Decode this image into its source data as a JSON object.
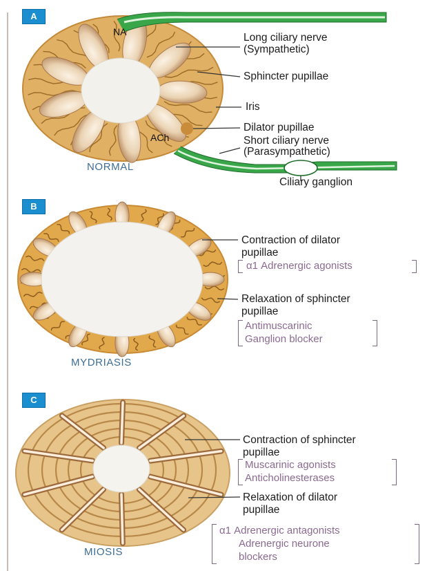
{
  "panels": {
    "a": {
      "badge": "A",
      "caption": "NORMAL",
      "na": "NA",
      "ach": "ACh",
      "labels": {
        "long_nerve_1": "Long ciliary nerve",
        "long_nerve_2": "(Sympathetic)",
        "sphincter": "Sphincter pupillae",
        "iris": "Iris",
        "dilator": "Dilator pupillae",
        "short_nerve_1": "Short ciliary nerve",
        "short_nerve_2": "(Parasympathetic)",
        "ganglion": "Ciliary ganglion"
      }
    },
    "b": {
      "badge": "B",
      "caption": "MYDRIASIS",
      "labels": {
        "contraction_1": "Contraction of dilator",
        "contraction_2": "pupillae",
        "alpha_agonists": "α1 Adrenergic agonists",
        "relaxation_1": "Relaxation of sphincter",
        "relaxation_2": "pupillae",
        "antimuscarinic": "Antimuscarinic",
        "ganglion_blocker": "Ganglion blocker"
      }
    },
    "c": {
      "badge": "C",
      "caption": "MIOSIS",
      "labels": {
        "contraction_1": "Contraction of sphincter",
        "contraction_2": "pupillae",
        "muscarinic": "Muscarinic agonists",
        "anticholinesterases": "Anticholinesterases",
        "relaxation_1": "Relaxation of dilator",
        "relaxation_2": "pupillae",
        "alpha_antagonists": "α1 Adrenergic antagonists",
        "neurone_1": "Adrenergic neurone",
        "neurone_2": "blockers"
      }
    }
  },
  "colors": {
    "iris": "#dfae5c",
    "iris_rim": "#c98c3a",
    "pupil": "#f3f1ec",
    "nerve": "#3aa64a",
    "accent": "#1b8ecf"
  }
}
